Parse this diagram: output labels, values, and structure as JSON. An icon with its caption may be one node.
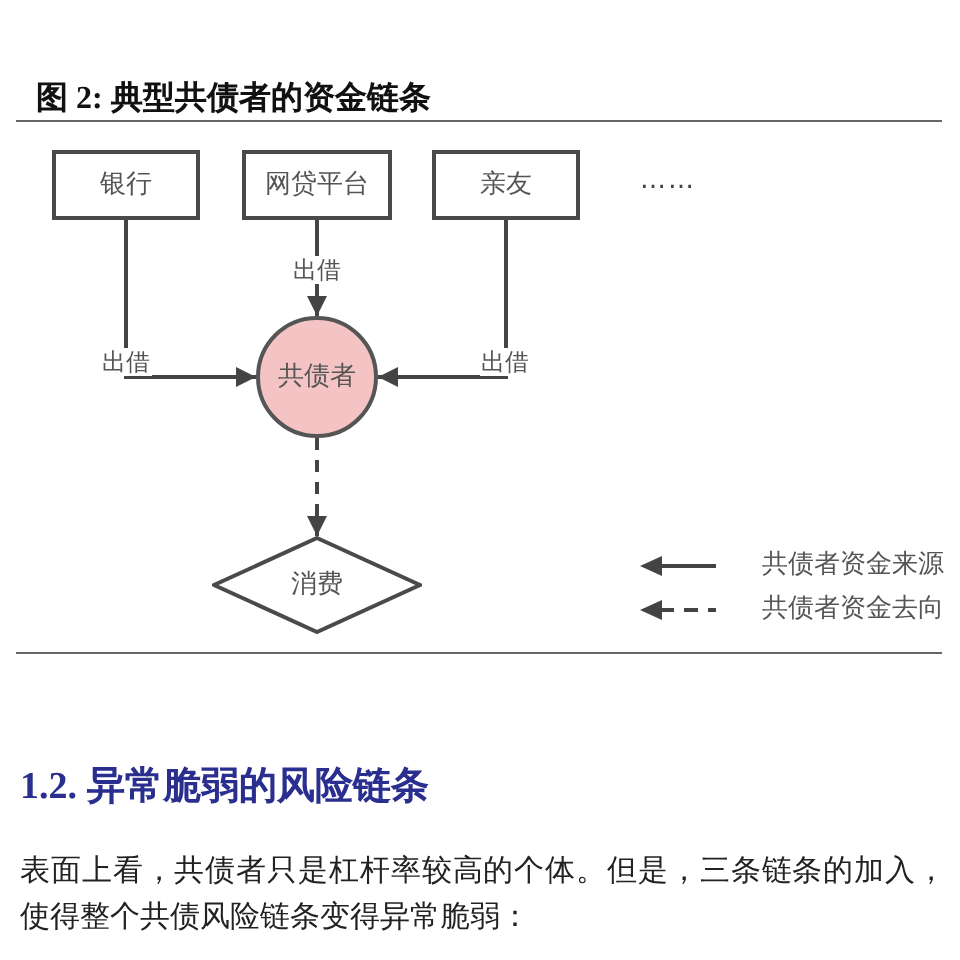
{
  "diagram": {
    "title": "图 2: 典型共债者的资金链条",
    "nodes": [
      {
        "text": [
          "银行"
        ]
      },
      {
        "text": [
          "网贷平台"
        ]
      },
      {
        "text": [
          "亲友"
        ]
      },
      {
        "text": [
          "共债者"
        ]
      },
      {
        "text": [
          "消费"
        ]
      }
    ],
    "edges": [
      {
        "from": 0,
        "to": 3,
        "arrow": "to",
        "label": "出借"
      },
      {
        "from": 1,
        "to": 3,
        "arrow": "to",
        "label": "出借"
      },
      {
        "from": 2,
        "to": 3,
        "arrow": "to",
        "label": "出借"
      },
      {
        "from": 3,
        "to": 4,
        "arrow": "to",
        "style": "dashed"
      }
    ],
    "labels": [
      "……",
      "1.2. 异常脆弱的风险链条",
      "表面上看，共债者只是杠杆率较高的个体。但是，三条链条的加入，使得整个共债风险链条变得异常脆弱："
    ],
    "legend": [
      {
        "text": "共债者资金来源"
      },
      {
        "text": "共债者资金去向"
      }
    ]
  }
}
